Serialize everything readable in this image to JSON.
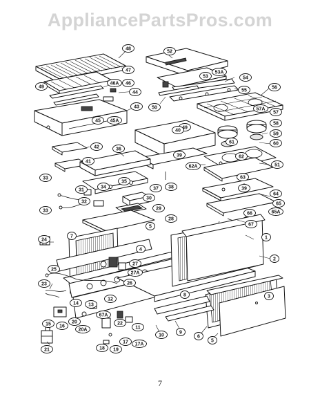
{
  "watermark": "AppliancePartsPros.com",
  "page_number": "7",
  "callouts": [
    {
      "id": "c48",
      "label": "48"
    },
    {
      "id": "c47",
      "label": "47"
    },
    {
      "id": "c49",
      "label": "49"
    },
    {
      "id": "c46a",
      "label": "46A"
    },
    {
      "id": "c46",
      "label": "46"
    },
    {
      "id": "c44",
      "label": "44"
    },
    {
      "id": "c43",
      "label": "43"
    },
    {
      "id": "c45",
      "label": "45"
    },
    {
      "id": "c45a",
      "label": "45A"
    },
    {
      "id": "c42",
      "label": "42"
    },
    {
      "id": "c41",
      "label": "41"
    },
    {
      "id": "c36",
      "label": "36"
    },
    {
      "id": "c34",
      "label": "34"
    },
    {
      "id": "c35",
      "label": "35"
    },
    {
      "id": "c31",
      "label": "31"
    },
    {
      "id": "c33a",
      "label": "33"
    },
    {
      "id": "c32",
      "label": "32"
    },
    {
      "id": "c33b",
      "label": "33"
    },
    {
      "id": "c30",
      "label": "30"
    },
    {
      "id": "c29",
      "label": "29"
    },
    {
      "id": "c28",
      "label": "28"
    },
    {
      "id": "c37",
      "label": "37"
    },
    {
      "id": "c38",
      "label": "38"
    },
    {
      "id": "c52",
      "label": "52"
    },
    {
      "id": "c53a",
      "label": "53A"
    },
    {
      "id": "c53",
      "label": "53"
    },
    {
      "id": "c54",
      "label": "54"
    },
    {
      "id": "c50",
      "label": "50"
    },
    {
      "id": "c55",
      "label": "55"
    },
    {
      "id": "c56",
      "label": "56"
    },
    {
      "id": "c57a",
      "label": "57A"
    },
    {
      "id": "c57",
      "label": "57"
    },
    {
      "id": "c58",
      "label": "58"
    },
    {
      "id": "c49b",
      "label": "49"
    },
    {
      "id": "c40",
      "label": "40"
    },
    {
      "id": "c59",
      "label": "59"
    },
    {
      "id": "c60",
      "label": "60"
    },
    {
      "id": "c61",
      "label": "61"
    },
    {
      "id": "c39a",
      "label": "39"
    },
    {
      "id": "c62a",
      "label": "62A"
    },
    {
      "id": "c62",
      "label": "62"
    },
    {
      "id": "c51",
      "label": "51"
    },
    {
      "id": "c63",
      "label": "63"
    },
    {
      "id": "c39b",
      "label": "39"
    },
    {
      "id": "c64",
      "label": "64"
    },
    {
      "id": "c65",
      "label": "65"
    },
    {
      "id": "c65a",
      "label": "65A"
    },
    {
      "id": "c66",
      "label": "66"
    },
    {
      "id": "c67",
      "label": "67"
    },
    {
      "id": "c24",
      "label": "24"
    },
    {
      "id": "c7",
      "label": "7"
    },
    {
      "id": "c5a",
      "label": "5"
    },
    {
      "id": "c4",
      "label": "4"
    },
    {
      "id": "c1",
      "label": "1"
    },
    {
      "id": "c2",
      "label": "2"
    },
    {
      "id": "c25",
      "label": "25"
    },
    {
      "id": "c27",
      "label": "27"
    },
    {
      "id": "c27a",
      "label": "27A"
    },
    {
      "id": "c26",
      "label": "26"
    },
    {
      "id": "c23",
      "label": "23"
    },
    {
      "id": "c8",
      "label": "8"
    },
    {
      "id": "c3",
      "label": "3"
    },
    {
      "id": "c14",
      "label": "14"
    },
    {
      "id": "c13",
      "label": "13"
    },
    {
      "id": "c12",
      "label": "12"
    },
    {
      "id": "c67a",
      "label": "67A"
    },
    {
      "id": "c15",
      "label": "15"
    },
    {
      "id": "c16",
      "label": "16"
    },
    {
      "id": "c20",
      "label": "20"
    },
    {
      "id": "c20a",
      "label": "20A"
    },
    {
      "id": "c22",
      "label": "22"
    },
    {
      "id": "c11",
      "label": "11"
    },
    {
      "id": "c10",
      "label": "10"
    },
    {
      "id": "c9",
      "label": "9"
    },
    {
      "id": "c6",
      "label": "6"
    },
    {
      "id": "c5b",
      "label": "5"
    },
    {
      "id": "c21",
      "label": "21"
    },
    {
      "id": "c17",
      "label": "17"
    },
    {
      "id": "c17a",
      "label": "17A"
    },
    {
      "id": "c18",
      "label": "18"
    },
    {
      "id": "c19",
      "label": "19"
    }
  ]
}
